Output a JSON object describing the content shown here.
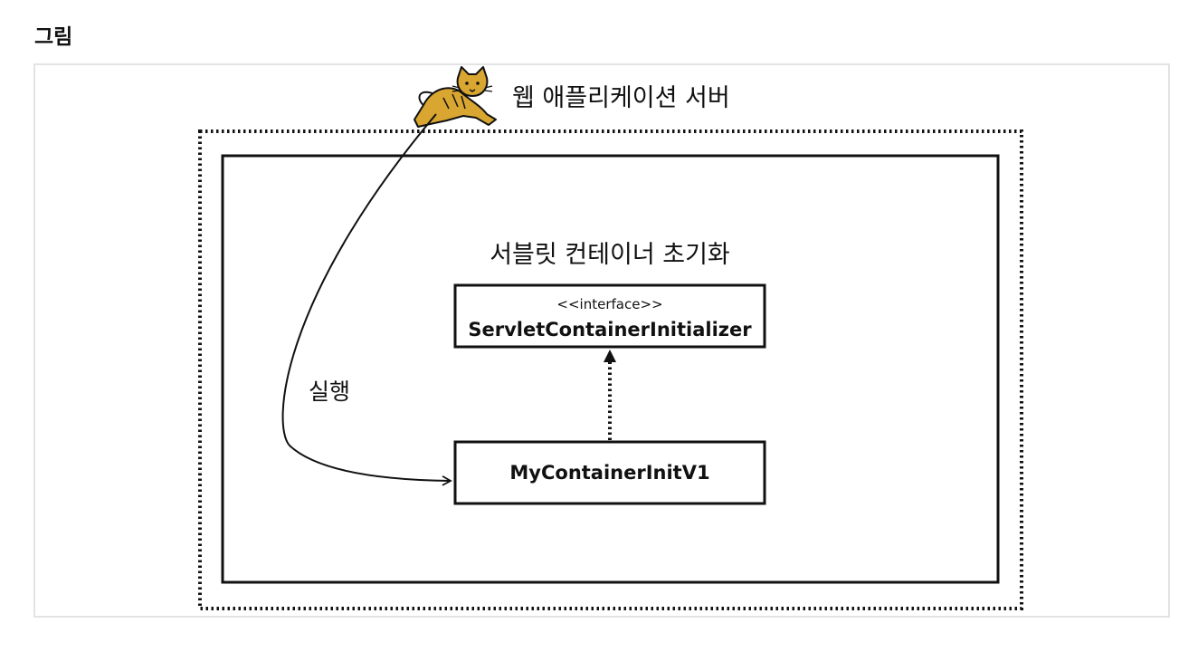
{
  "heading": "그림",
  "diagram": {
    "server_label": "웹 애플리케이션 서버",
    "initializer_group_label": "서블릿 컨테이너 초기화",
    "interface_box": {
      "stereotype": "<<interface>>",
      "name": "ServletContainerInitializer"
    },
    "impl_box": {
      "name": "MyContainerInitV1"
    },
    "run_label": "실행",
    "logo_colors": {
      "body": "#d8a631",
      "outline": "#111111"
    }
  }
}
